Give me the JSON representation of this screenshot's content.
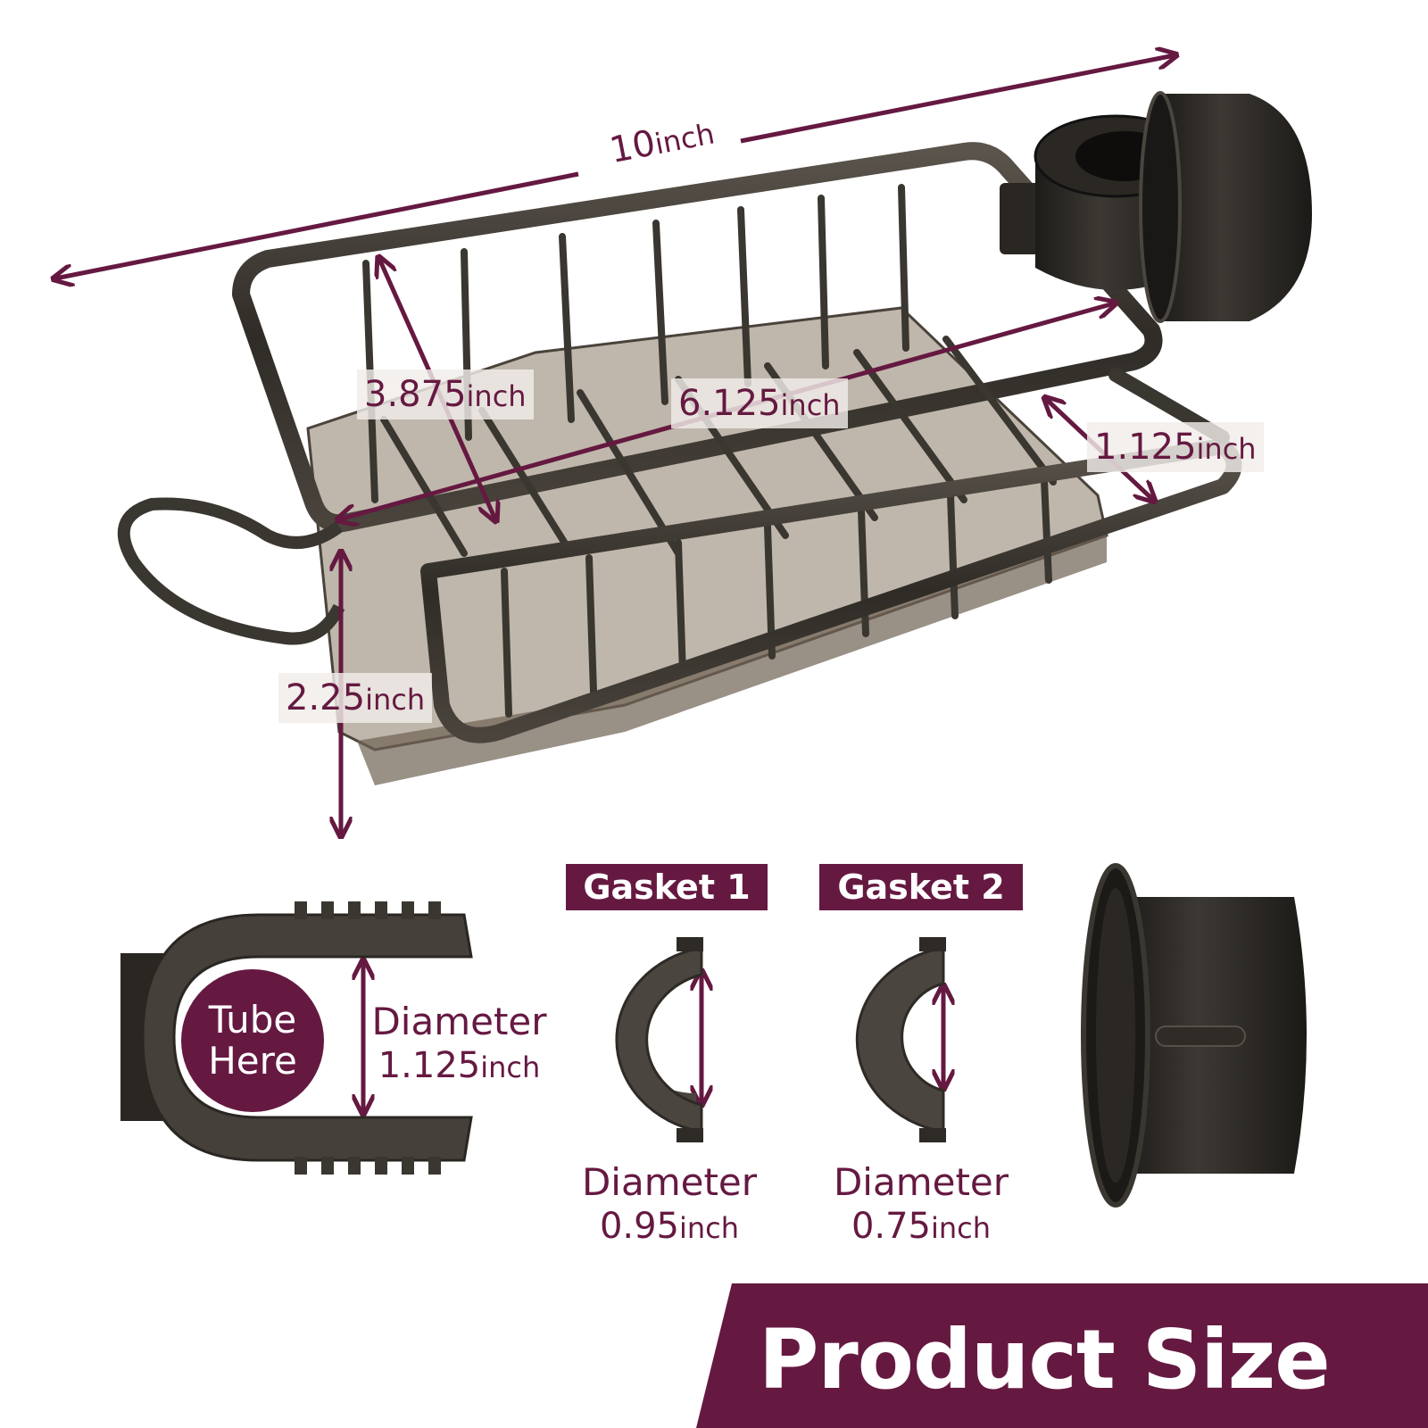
{
  "colors": {
    "accent": "#651941",
    "product": "#3a3630",
    "tray": "#8b7b66",
    "background": "#ffffff"
  },
  "dimensions": {
    "length": {
      "value": "10",
      "unit": "inch"
    },
    "width": {
      "value": "3.875",
      "unit": "inch"
    },
    "inner_length": {
      "value": "6.125",
      "unit": "inch"
    },
    "side_gap": {
      "value": "1.125",
      "unit": "inch"
    },
    "height": {
      "value": "2.25",
      "unit": "inch"
    }
  },
  "clip": {
    "bubble_line1": "Tube",
    "bubble_line2": "Here",
    "label": "Diameter",
    "value": "1.125",
    "unit": "inch"
  },
  "gaskets": [
    {
      "title": "Gasket 1",
      "label": "Diameter",
      "value": "0.95",
      "unit": "inch"
    },
    {
      "title": "Gasket 2",
      "label": "Diameter",
      "value": "0.75",
      "unit": "inch"
    }
  ],
  "banner": {
    "title": "Product Size"
  }
}
